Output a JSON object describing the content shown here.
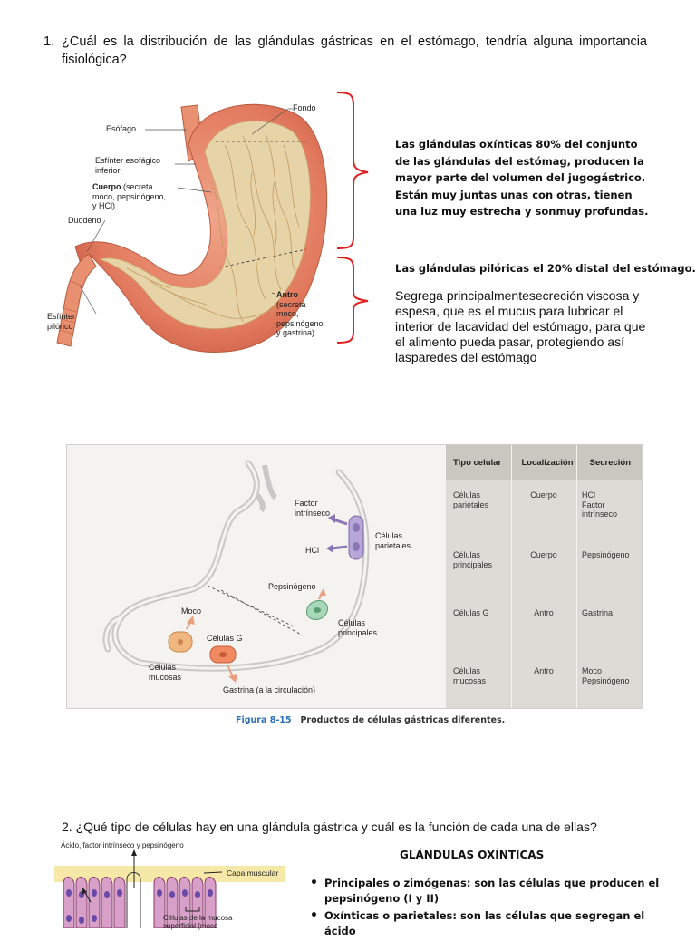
{
  "question1": {
    "number": "1.",
    "text": "¿Cuál es la distribución de las glándulas gástricas en el estómago, tendría alguna importancia fisiológica?"
  },
  "stomach_labels": {
    "fondo": "Fondo",
    "esofago": "Esófago",
    "esfinter_esofagico": [
      "Esfínter esofágico",
      "inferior"
    ],
    "cuerpo_bold": "Cuerpo",
    "cuerpo_rest": [
      "(secreta",
      "moco, pepsinógeno,",
      "y HCl)"
    ],
    "duodeno": "Duodeno",
    "antro_bold": "Antro",
    "antro_rest": [
      "(secreta",
      "moco,",
      "pepsinógeno,",
      "y gastrina)"
    ],
    "esfinter_pilorico": [
      "Esfínter",
      "pilórico"
    ]
  },
  "oxinticas_note": "Las glándulas oxínticas  80% del conjunto de las glándulas del estómag, producen la mayor parte del volumen del jugogástrico. Están muy juntas unas con otras, tienen una luz muy estrecha y sonmuy profundas.",
  "piloricas_title": "Las glándulas pilóricas el 20% distal del estómago.",
  "piloricas_text": "Segrega principalmentesecreción viscosa y espesa, que es el mucus para lubricar el interior de lacavidad del estómago, para que el alimento pueda pasar, protegiendo así lasparedes del estómago",
  "figure2": {
    "labels": {
      "factor": [
        "Factor",
        "intrínseco"
      ],
      "hcl": "HCl",
      "parietales": [
        "Células",
        "parietales"
      ],
      "pepsinogeno": "Pepsinógeno",
      "principales": [
        "Células",
        "principales"
      ],
      "moco": "Moco",
      "celulas_g": "Células G",
      "mucosas": [
        "Células",
        "mucosas"
      ],
      "gastrina": "Gastrina (a la circulación)"
    },
    "table": {
      "headers": [
        "Tipo celular",
        "Localización",
        "Secreción"
      ],
      "rows": [
        {
          "tipo": [
            "Células",
            "parietales"
          ],
          "loc": "Cuerpo",
          "sec": [
            "HCl",
            "Factor",
            "intrínseco"
          ]
        },
        {
          "tipo": [
            "Células",
            "principales"
          ],
          "loc": "Cuerpo",
          "sec": [
            "Pepsinógeno"
          ]
        },
        {
          "tipo": [
            "Células G"
          ],
          "loc": "Antro",
          "sec": [
            "Gastrina"
          ]
        },
        {
          "tipo": [
            "Células",
            "mucosas"
          ],
          "loc": "Antro",
          "sec": [
            "Moco",
            "Pepsinógeno"
          ]
        }
      ]
    },
    "caption_num": "Figura 8-15",
    "caption_text": "Productos de células gástricas diferentes."
  },
  "question2": {
    "text": "2. ¿Qué tipo de células hay en una glándula gástrica y cuál es la función de cada una de ellas?"
  },
  "gland_labels": {
    "top": "Ácido, factor intrínseco y pepsinógeno",
    "capa": "Capa muscular",
    "mucosa": [
      "Células de la mucosa",
      "superficial (moco"
    ]
  },
  "oxinticas_title": "GLÁNDULAS OXÍNTICAS",
  "bullets": [
    {
      "bold": "Principales o zimógenas:",
      "text": " son las células que producen el pepsinógeno (I y II)"
    },
    {
      "bold": "Oxínticas o parietales:",
      "text": " son las células que segregan el ácido"
    }
  ]
}
